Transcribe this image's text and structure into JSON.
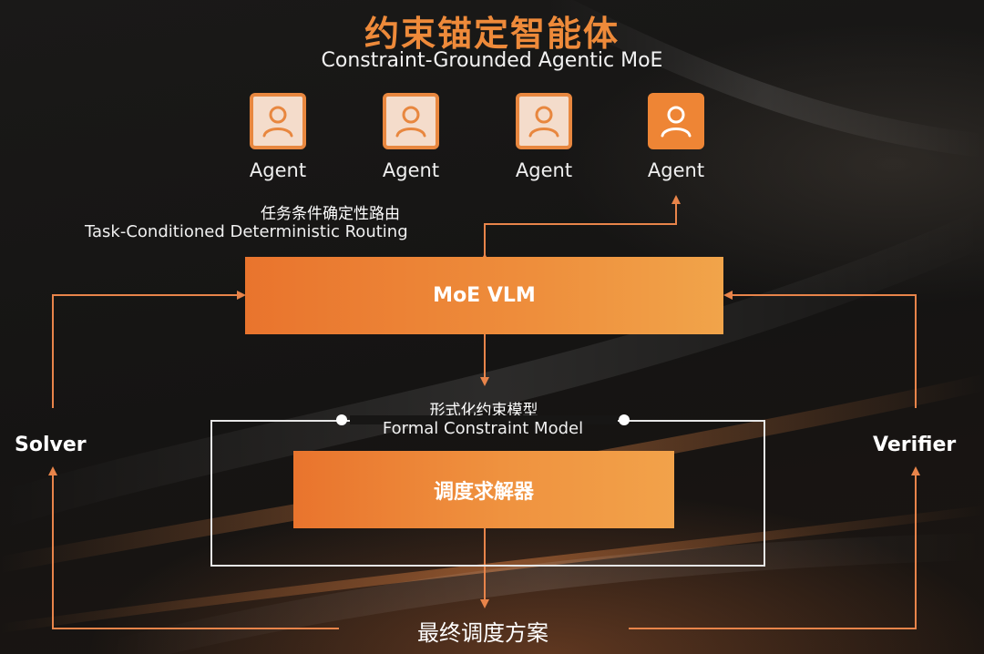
{
  "header": {
    "title": "约束锚定智能体",
    "subtitle": "Constraint-Grounded Agentic MoE"
  },
  "agents": [
    {
      "label": "Agent",
      "icon": "user-icon",
      "active": false
    },
    {
      "label": "Agent",
      "icon": "user-icon",
      "active": false
    },
    {
      "label": "Agent",
      "icon": "user-icon",
      "active": false
    },
    {
      "label": "Agent",
      "icon": "user-icon",
      "active": true
    }
  ],
  "routing": {
    "cn": "任务条件确定性路由",
    "en": "Task-Conditioned Deterministic Routing"
  },
  "moe": {
    "label": "MoE VLM"
  },
  "constraint_model": {
    "cn": "形式化约束模型",
    "en": "Formal Constraint Model"
  },
  "scheduler": {
    "label": "调度求解器"
  },
  "sides": {
    "left": "Solver",
    "right": "Verifier"
  },
  "output": {
    "label": "最终调度方案"
  },
  "colors": {
    "accent": "#ee8a3a",
    "box_gradient_start": "#e9742d",
    "box_gradient_end": "#f1a44a",
    "agent_bg": "#f4dccb",
    "line": "#e8844a"
  }
}
